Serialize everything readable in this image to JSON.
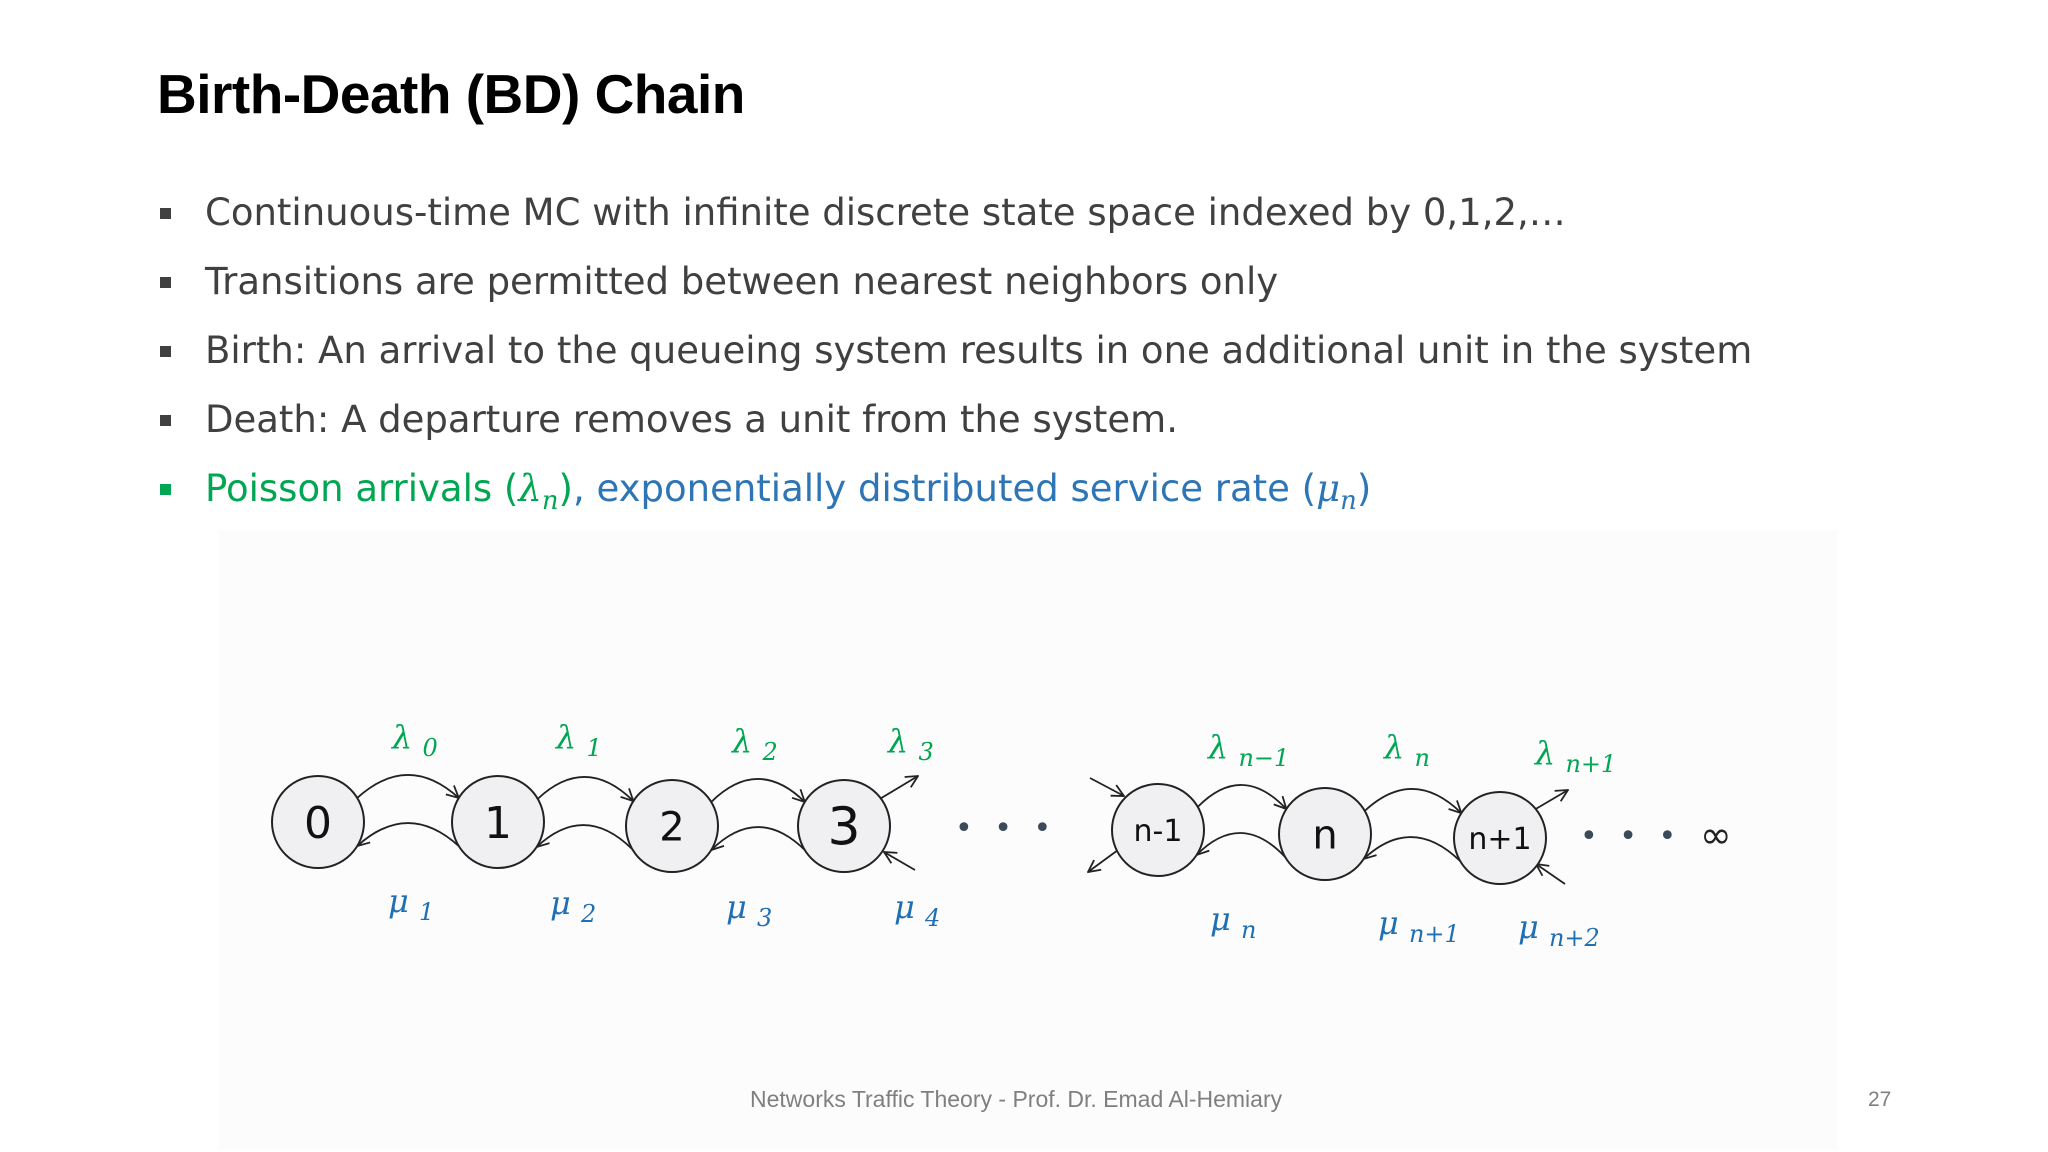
{
  "slide": {
    "title": "Birth-Death (BD) Chain",
    "bullets": [
      {
        "text": "Continuous-time MC with infinite discrete state space indexed by 0,1,2,…"
      },
      {
        "text": "Transitions are permitted between nearest neighbors only"
      },
      {
        "text": "Birth: An arrival to the queueing system results in one additional unit in the system"
      },
      {
        "text": "Death: A departure removes a unit from the system."
      }
    ],
    "highlight": {
      "green_text": "Poisson arrivals (",
      "lambda": "λ",
      "lambda_sub": "n",
      "green_close": ")",
      "separator": ", ",
      "blue_text": "exponentially distributed service rate (",
      "mu": "μ",
      "mu_sub": "n",
      "blue_close": ")"
    },
    "footer": "Networks Traffic Theory - Prof. Dr. Emad Al-Hemiary",
    "page_number": "27"
  },
  "diagram": {
    "states": [
      "0",
      "1",
      "2",
      "3",
      "n-1",
      "n",
      "n+1"
    ],
    "birth_labels": [
      {
        "sym": "λ",
        "sub": "0"
      },
      {
        "sym": "λ",
        "sub": "1"
      },
      {
        "sym": "λ",
        "sub": "2"
      },
      {
        "sym": "λ",
        "sub": "3"
      },
      {
        "sym": "λ",
        "sub": "n−1"
      },
      {
        "sym": "λ",
        "sub": "n"
      },
      {
        "sym": "λ",
        "sub": "n+1"
      }
    ],
    "death_labels": [
      {
        "sym": "μ",
        "sub": "1"
      },
      {
        "sym": "μ",
        "sub": "2"
      },
      {
        "sym": "μ",
        "sub": "3"
      },
      {
        "sym": "μ",
        "sub": "4"
      },
      {
        "sym": "μ",
        "sub": "n"
      },
      {
        "sym": "μ",
        "sub": "n+1"
      },
      {
        "sym": "μ",
        "sub": "n+2"
      }
    ],
    "ellipsis": "• • •",
    "infinity": "∞",
    "colors": {
      "birth": "#00a651",
      "death": "#1f6fb2",
      "node_fill": "#f0eff2",
      "node_stroke": "#222222",
      "dots": "#3a4a5a"
    }
  }
}
